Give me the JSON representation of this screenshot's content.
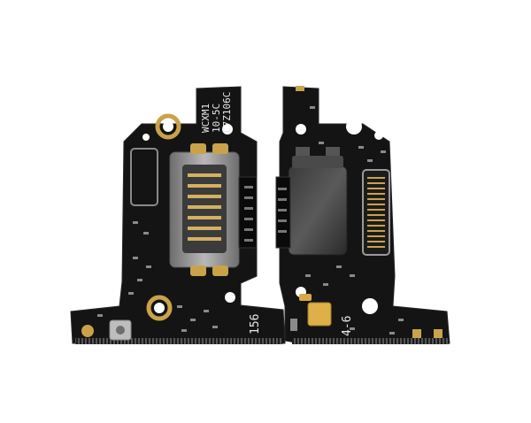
{
  "photo": {
    "left_board": {
      "silkscreen_vertical": [
        "WCXM1",
        "10-5C",
        "C7Z106C"
      ],
      "silkscreen_bottom": "156"
    },
    "right_board": {
      "silkscreen_bottom": "4-6"
    }
  },
  "colors": {
    "pcb": "#141414",
    "gold": "#c9a24a",
    "steel": "#9a9a9a",
    "background": "#ffffff"
  }
}
